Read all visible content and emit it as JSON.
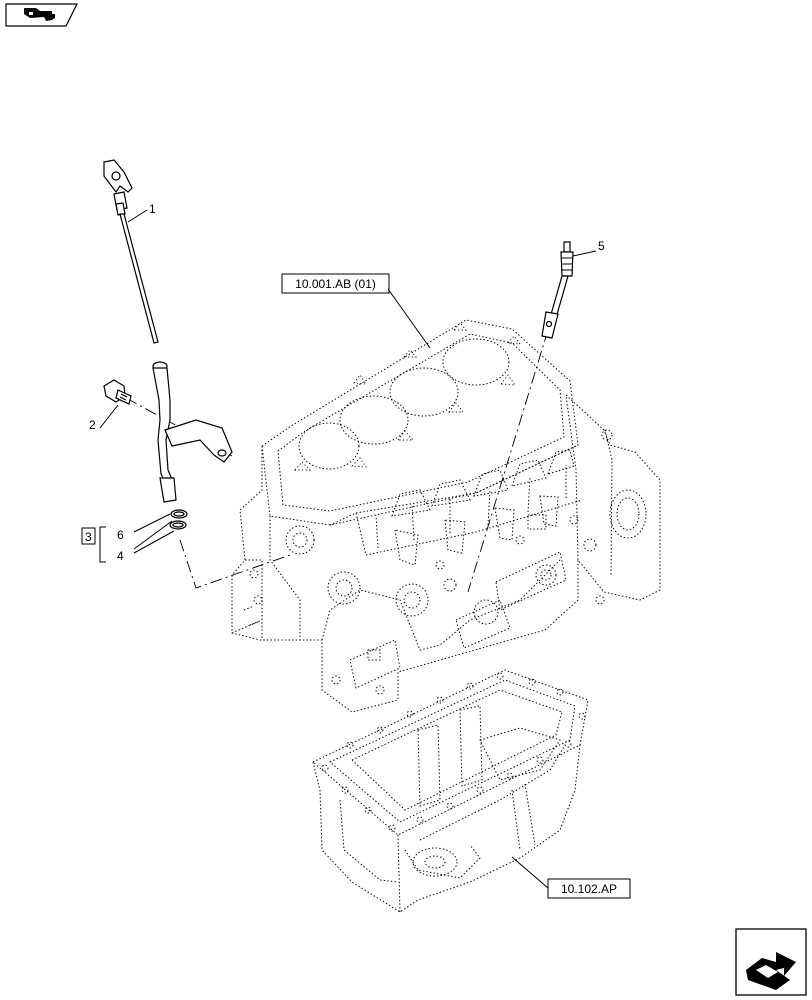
{
  "callouts": {
    "c1": "1",
    "c2": "2",
    "c3": "3",
    "c4": "4",
    "c5": "5",
    "c6": "6"
  },
  "references": {
    "engine_block": "10.001.AB (01)",
    "oil_pan": "10.102.AP"
  },
  "icons": {
    "top_left": "book-arrow-icon",
    "bottom_right": "next-page-arrow-icon"
  }
}
